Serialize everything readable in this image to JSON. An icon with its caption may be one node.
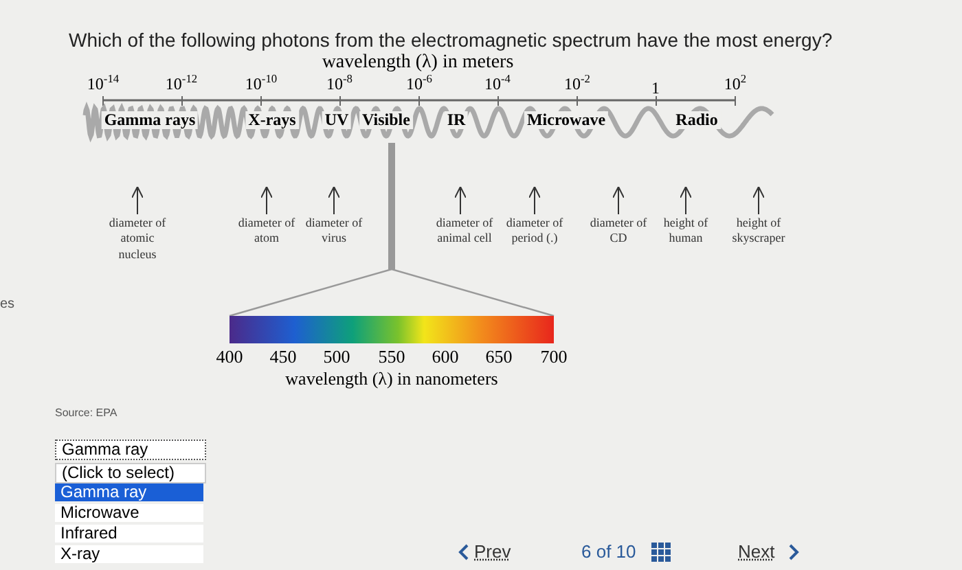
{
  "diagram": {
    "nodes": [
      {
        "text": [
          "diameter of atomic nucleus"
        ]
      },
      {
        "text": [
          "diameter of atom"
        ]
      },
      {
        "text": [
          "diameter of virus"
        ]
      },
      {
        "text": [
          "diameter of animal cell"
        ]
      },
      {
        "text": [
          "diameter of period (.)"
        ]
      },
      {
        "text": [
          "diameter of CD"
        ]
      },
      {
        "text": [
          "height of human"
        ]
      },
      {
        "text": [
          "height of skyscraper"
        ]
      }
    ],
    "edges": [
      {
        "from": 0,
        "to": null,
        "arrow": "to"
      },
      {
        "from": 1,
        "to": null,
        "arrow": "to"
      },
      {
        "from": 2,
        "to": null,
        "arrow": "to"
      },
      {
        "from": 3,
        "to": null,
        "arrow": "to"
      },
      {
        "from": 4,
        "to": null,
        "arrow": "to"
      },
      {
        "from": 5,
        "to": null,
        "arrow": "to"
      },
      {
        "from": 6,
        "to": null,
        "arrow": "to"
      },
      {
        "from": 7,
        "to": null,
        "arrow": "to"
      }
    ],
    "labels": [
      "es",
      "Which of the following photons from the electromagnetic spectrum have the most energy?",
      "wavelength (λ) in meters",
      "10$^{-14}$",
      "10$^{-12}$",
      "10$^{-10}$",
      "10$^{-8}$",
      "10$^{-6}$",
      "10$^{-4}$",
      "10$^{-2}$",
      "1",
      "10$^{2}$",
      "Gamma rays",
      "X-rays",
      "UV",
      "Visible",
      "IR",
      "Microwave",
      "Radio",
      "400",
      "450",
      "500",
      "550",
      "600",
      "650",
      "700",
      "wavelength (λ) in nanometers",
      "Source: EPA",
      "Gamma ray",
      "(Click to select)",
      "Gamma ray",
      "Microwave",
      "Infrared",
      "X-ray",
      "Prev",
      "6 of 10",
      "Next"
    ]
  }
}
